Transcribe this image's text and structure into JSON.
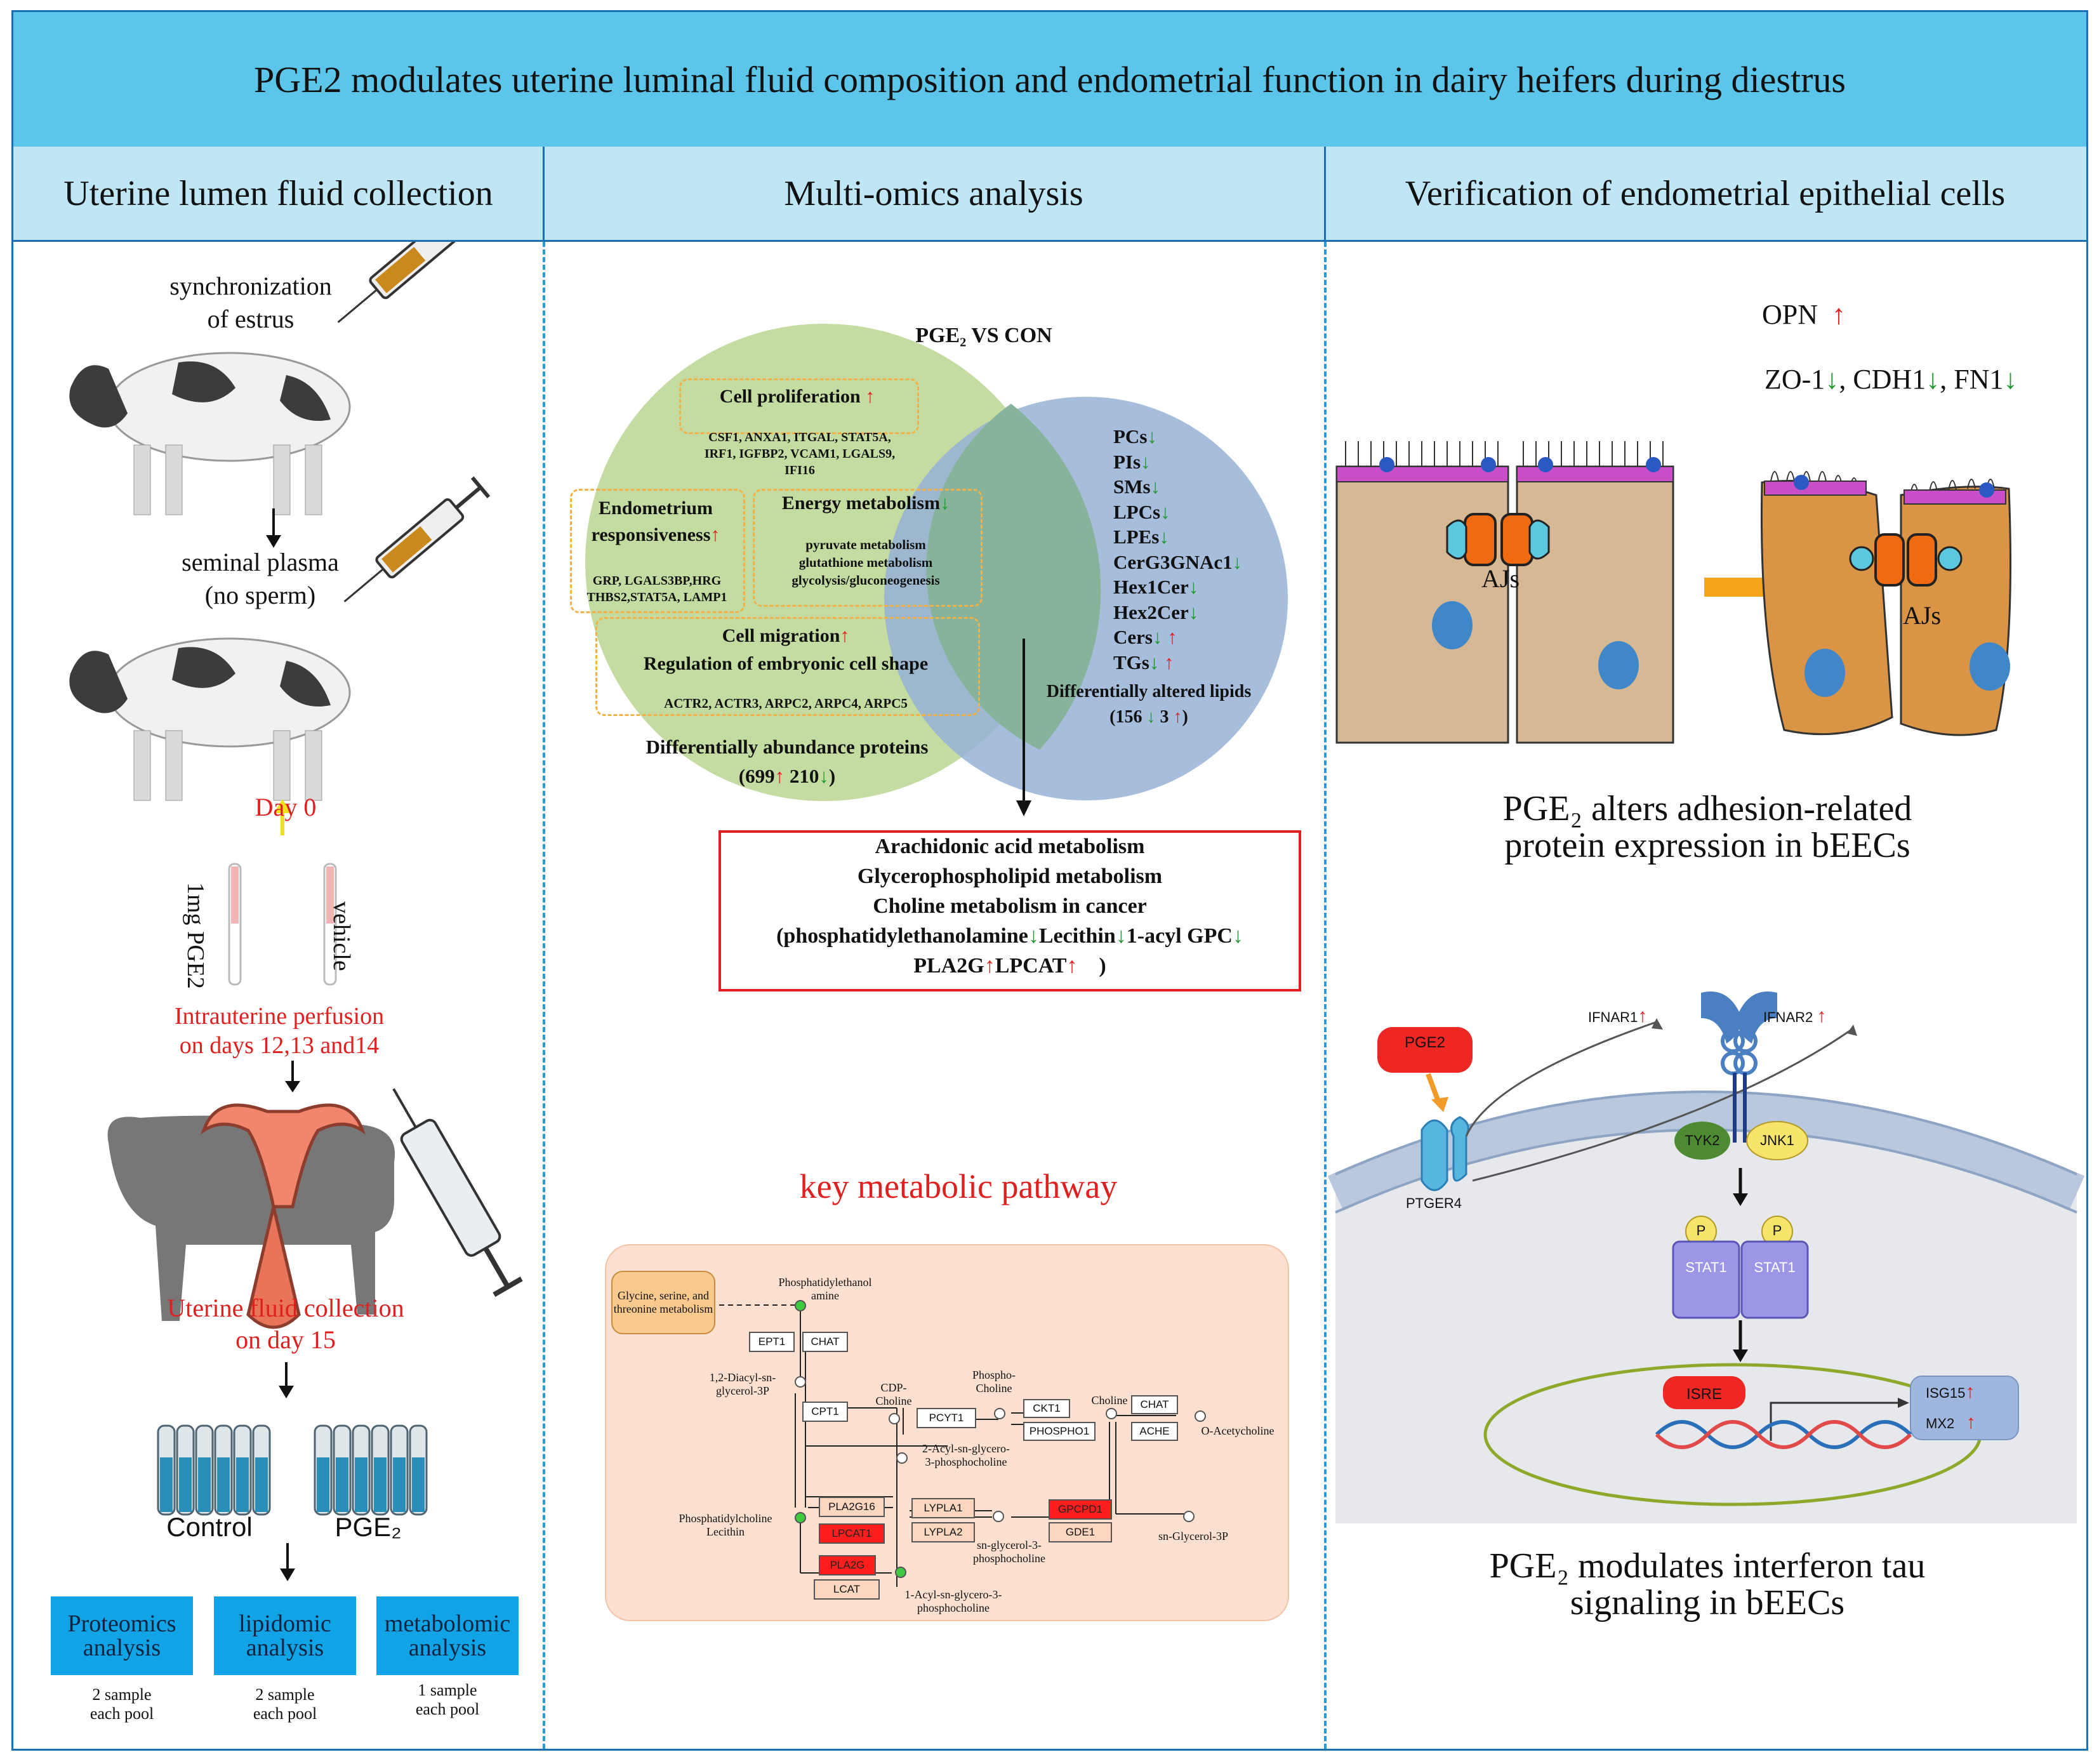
{
  "title": "PGE2 modulates uterine luminal fluid composition and endometrial function in dairy heifers during diestrus",
  "columns": [
    {
      "heading": "Uterine lumen fluid collection"
    },
    {
      "heading": "Multi-omics analysis"
    },
    {
      "heading": "Verification of endometrial epithelial cells"
    }
  ],
  "left": {
    "sync": "synchronization",
    "sync2": "of estrus",
    "seminal": "seminal plasma",
    "seminal2": "(no sperm)",
    "day0": "Day 0",
    "tube1": "1mg PGE2",
    "tube2": "vehicle",
    "perfusion": "Intrauterine perfusion",
    "perfusion2": "on days 12,13 and14",
    "collection": "Uterine fluid collection",
    "collection2": "on day 15",
    "control": "Control",
    "pge2": "PGE₂",
    "analyses": [
      {
        "name": "Proteomics analysis",
        "note1": "2 sample",
        "note2": "each pool"
      },
      {
        "name": "lipidomic analysis",
        "note1": "2 sample",
        "note2": "each pool"
      },
      {
        "name": "metabolomic analysis",
        "note1": "1 sample",
        "note2": "each pool"
      }
    ]
  },
  "middle": {
    "venn_title": "PGE₂ VS CON",
    "cell_prolif": "Cell proliferation",
    "cell_prolif_genes1": "CSF1, ANXA1, ITGAL, STAT5A,",
    "cell_prolif_genes2": "IRF1, IGFBP2, VCAM1, LGALS9,",
    "cell_prolif_genes3": "IFI16",
    "endo1": "Endometrium",
    "endo2": "responsiveness",
    "endo_genes1": "GRP, LGALS3BP,HRG",
    "endo_genes2": "THBS2,STAT5A, LAMP1",
    "energy": "Energy metabolism",
    "energy1": "pyruvate metabolism",
    "energy2": "glutathione metabolism",
    "energy3": "glycolysis/gluconeogenesis",
    "migration": "Cell migration",
    "shape": "Regulation  of  embryonic cell shape",
    "migration_genes": "ACTR2, ACTR3, ARPC2, ARPC4,  ARPC5",
    "dap": "Differentially abundance proteins",
    "dap_up": "699",
    "dap_dn": "210",
    "lipids": [
      "PCs",
      "PIs",
      "SMs",
      "LPCs",
      "LPEs",
      "CerG3GNAc1",
      "Hex1Cer",
      "Hex2Cer"
    ],
    "cers": "Cers",
    "tgs": "TGs",
    "dal": "Differentially altered lipids",
    "dal_dn": "156",
    "dal_up": "3",
    "pathways": [
      "Arachidonic acid metabolism",
      "Glycerophospholipid metabolism",
      "Choline metabolism in cancer"
    ],
    "p_line1a": "(phosphatidylethanolamine",
    "p_line1b": "Lecithin",
    "p_line1c": "1-acyl GPC",
    "p_line2a": "PLA2G",
    "p_line2b": "LPCAT",
    "p_line2c": ")",
    "key_title": "key metabolic pathway",
    "kegg": {
      "gly": "Glycine, serine, and threonine metabolism",
      "pe1": "Phosphatidylethanol",
      "pe2": "amine",
      "ept1": "EPT1",
      "chat1": "CHAT",
      "dag1": "1,2-Diacyl-sn-",
      "dag2": "glycerol-3P",
      "cpt1": "CPT1",
      "cdp1": "CDP-",
      "cdp2": "Choline",
      "pcyt1": "PCYT1",
      "phch1": "Phospho-",
      "phch2": "Choline",
      "ckt1": "CKT1",
      "phospho1": "PHOSPHO1",
      "choline": "Choline",
      "chat2": "CHAT",
      "ache": "ACHE",
      "oacetyl": "O-Acetycholine",
      "acyl2a": "2-Acyl-sn-glycero-",
      "acyl2b": "3-phosphocholine",
      "pla2g16": "PLA2G16",
      "lpcat1": "LPCAT1",
      "pla2g": "PLA2G",
      "lcat": "LCAT",
      "lypla1": "LYPLA1",
      "lypla2": "LYPLA2",
      "gpcpd1": "GPCPD1",
      "gde1": "GDE1",
      "snglycero1": "sn-glycerol-3-",
      "snglycero2": "phosphocholine",
      "snglycerol3p": "sn-Glycerol-3P",
      "pc1": "Phosphatidylcholine",
      "pc2": "Lecithin",
      "acyl1a": "1-Acyl-sn-glycero-3-",
      "acyl1b": "phosphocholine"
    }
  },
  "right": {
    "opn": "OPN",
    "zo1": "ZO-1",
    "cdh1": ", CDH1",
    "fn1": ",  FN1",
    "ajs": "AJs",
    "adhesion1": "PGE₂ alters adhesion-related",
    "adhesion2": "protein expression in bEECs",
    "pge2_box": "PGE2",
    "ptger4": "PTGER4",
    "ifnar1": "IFNAR1",
    "ifnar2": "IFNAR2",
    "tyk2": "TYK2",
    "jnk1": "JNK1",
    "p": "P",
    "stat1": "STAT1",
    "isre": "ISRE",
    "isg15": "ISG15",
    "mx2": "MX2",
    "ifn1": "PGE₂ modulates interferon tau",
    "ifn2": "signaling in bEECs"
  },
  "colors": {
    "title_bg": "#5cc6ea",
    "header_bg": "#bfe6f5",
    "border": "#1b6fb5",
    "up": "#e0201e",
    "down": "#1f9a2e",
    "button": "#10a3e6"
  }
}
